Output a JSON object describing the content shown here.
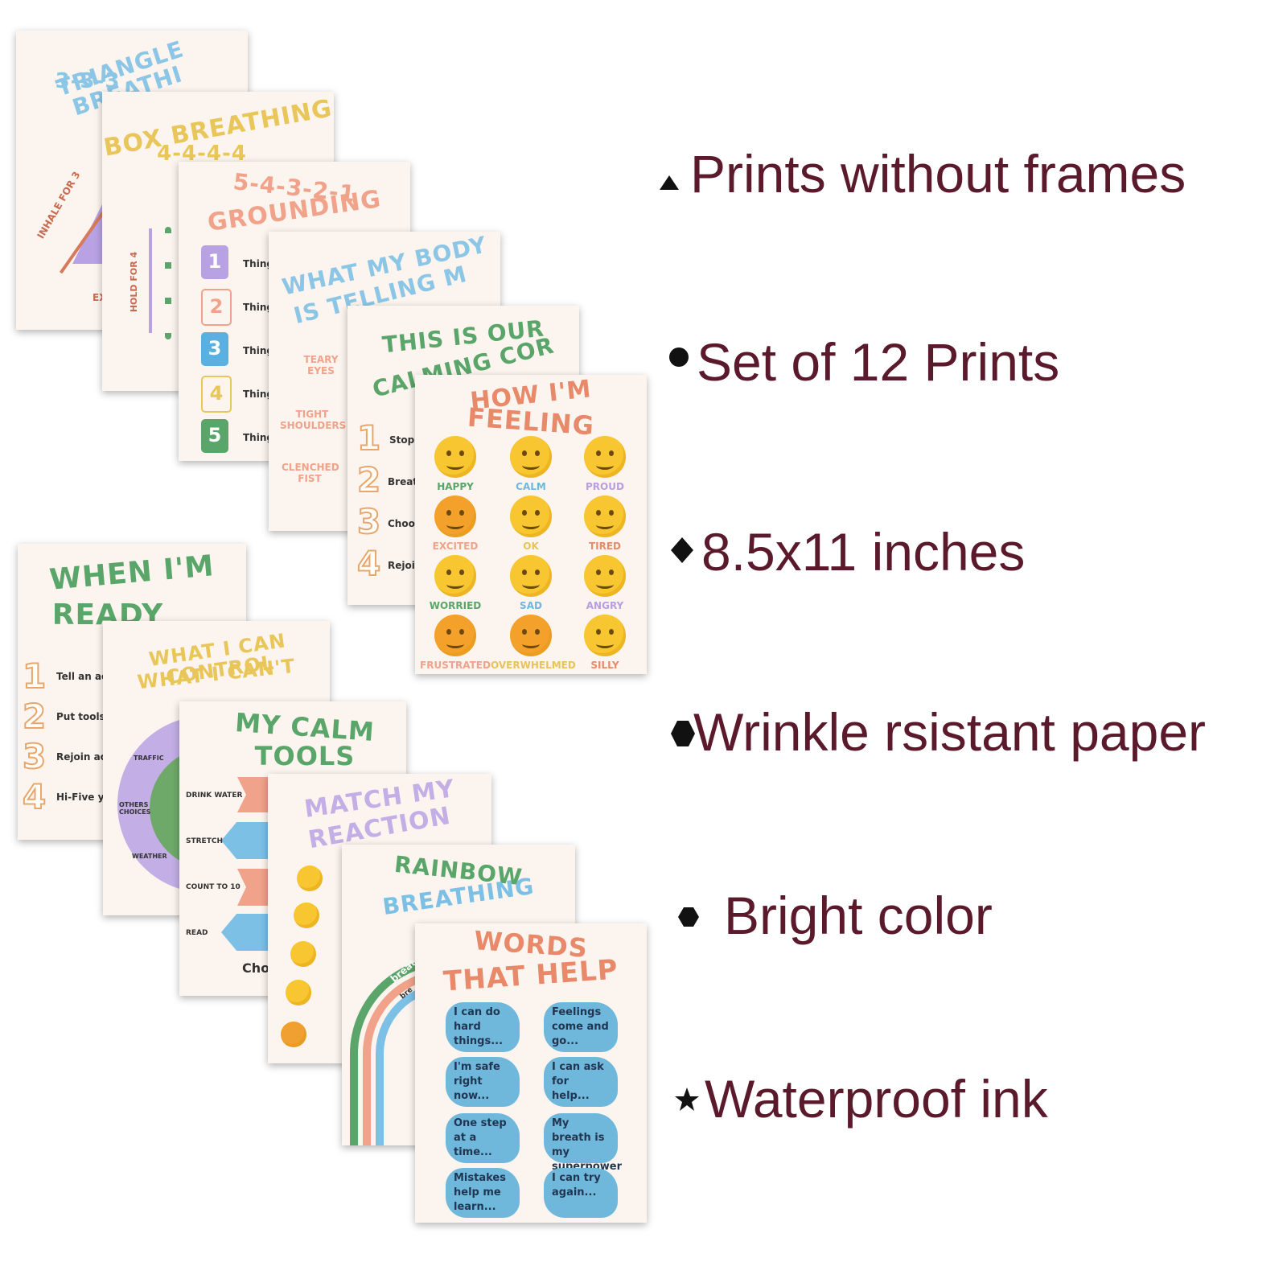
{
  "posters": {
    "triangle": {
      "title": "TRIANGLE BREATHI",
      "subtitle": "3-3-3",
      "side_left": "INHALE FOR 3",
      "side_bottom": "EX"
    },
    "box": {
      "title": "BOX BREATHING",
      "subtitle": "4-4-4-4",
      "side_left": "HOLD FOR 4"
    },
    "grounding": {
      "title": "5-4-3-2-1",
      "subtitle": "GROUNDING",
      "items": [
        {
          "n": "1",
          "text": "Thing"
        },
        {
          "n": "2",
          "text": "Thing"
        },
        {
          "n": "3",
          "text": "Thing"
        },
        {
          "n": "4",
          "text": "Thing"
        },
        {
          "n": "5",
          "text": "Thing"
        }
      ]
    },
    "body": {
      "title": "WHAT MY BODY",
      "subtitle": "IS TELLING M",
      "labels": [
        "TEARY EYES",
        "TIGHT SHOULDERS",
        "CLENCHED FIST"
      ]
    },
    "calming": {
      "title": "THIS IS OUR",
      "subtitle": "CALMING COR",
      "items": [
        {
          "n": "1",
          "text": "Stop"
        },
        {
          "n": "2",
          "text": "Breat"
        },
        {
          "n": "3",
          "text": "Choo"
        },
        {
          "n": "4",
          "text": "Rejoir"
        }
      ]
    },
    "feeling": {
      "title": "HOW I'M",
      "subtitle": "FEELING",
      "emotions": [
        {
          "label": "HAPPY",
          "color": "#5aa66a"
        },
        {
          "label": "CALM",
          "color": "#6fb8dc"
        },
        {
          "label": "PROUD",
          "color": "#b89ee0"
        },
        {
          "label": "EXCITED",
          "color": "#f0a38a"
        },
        {
          "label": "OK",
          "color": "#e8c35a"
        },
        {
          "label": "TIRED",
          "color": "#e88a6a"
        },
        {
          "label": "WORRIED",
          "color": "#5aa66a"
        },
        {
          "label": "SAD",
          "color": "#6fb8dc"
        },
        {
          "label": "ANGRY",
          "color": "#b89ee0"
        },
        {
          "label": "FRUSTRATED",
          "color": "#f0a38a"
        },
        {
          "label": "OVERWHELMED",
          "color": "#e8c35a"
        },
        {
          "label": "SILLY",
          "color": "#e88a6a"
        }
      ]
    },
    "ready": {
      "title": "WHEN I'M",
      "subtitle": "READY",
      "items": [
        {
          "n": "1",
          "text": "Tell an ac"
        },
        {
          "n": "2",
          "text": "Put tools"
        },
        {
          "n": "3",
          "text": "Rejoin ac"
        },
        {
          "n": "4",
          "text": "Hi-Five y"
        }
      ]
    },
    "control": {
      "title": "WHAT I CAN CONTROL",
      "subtitle": "WHAT I CAN'T",
      "labels": [
        "TRAFFIC",
        "OTHERS CHOICES",
        "WEATHER"
      ]
    },
    "tools": {
      "title": "MY CALM",
      "subtitle": "TOOLS",
      "items": [
        "DRINK WATER",
        "STRETCH",
        "COUNT TO 10",
        "READ"
      ],
      "footer": "Cho"
    },
    "match": {
      "title": "MATCH MY",
      "subtitle": "REACTION"
    },
    "rainbow": {
      "title": "RAINBOW",
      "subtitle": "BREATHING",
      "labels": [
        "breat",
        "bre"
      ]
    },
    "words": {
      "title": "WORDS",
      "subtitle": "THAT HELP",
      "phrases": [
        "I can do hard things...",
        "Feelings come and go...",
        "I'm safe right now...",
        "I can ask for help...",
        "One step at a time...",
        "My breath is my superpower",
        "Mistakes help me learn...",
        "I can try again..."
      ]
    }
  },
  "features": [
    {
      "bullet": "triangle-icon",
      "text": "Prints without frames"
    },
    {
      "bullet": "circle-icon",
      "text": "Set of 12 Prints"
    },
    {
      "bullet": "diamond-icon",
      "text": "8.5x11 inches"
    },
    {
      "bullet": "hexagon-icon",
      "text": "Wrinkle rsistant paper"
    },
    {
      "bullet": "hexagon-icon",
      "text": "Bright color"
    },
    {
      "bullet": "star-icon",
      "text": "Waterproof ink"
    }
  ],
  "colors": {
    "feature_text": "#5b1a2c",
    "poster_bg": "#fcf4ee"
  }
}
